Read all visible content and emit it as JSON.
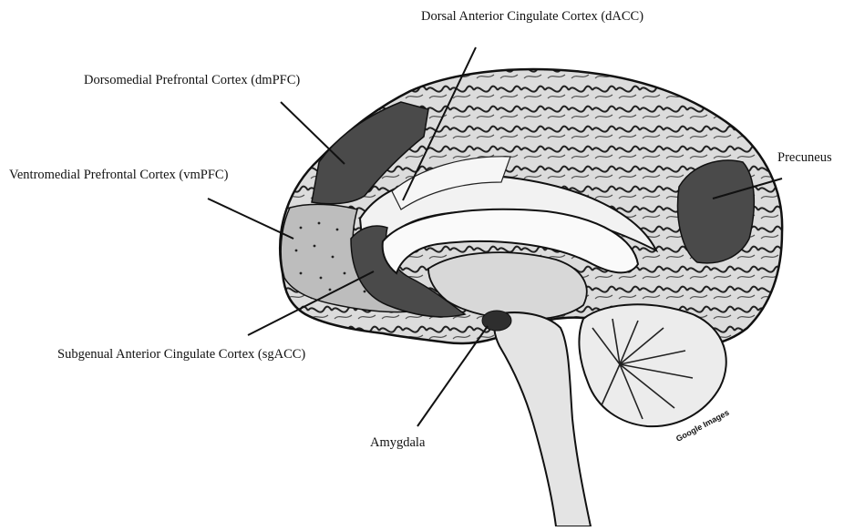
{
  "labels": {
    "dacc": "Dorsal Anterior Cingulate Cortex (dACC)",
    "dmpfc": "Dorsomedial Prefrontal Cortex (dmPFC)",
    "vmpfc": "Ventromedial Prefrontal Cortex (vmPFC)",
    "sgacc": "Subgenual Anterior Cingulate Cortex (sgACC)",
    "amygdala": "Amygdala",
    "precuneus": "Precuneus"
  },
  "watermark": "Google Images",
  "colors": {
    "highlight_dark": "#4a4a4a",
    "highlight_light": "#bdbdbd",
    "cortex": "#e8e8e8",
    "outline": "#111111"
  }
}
